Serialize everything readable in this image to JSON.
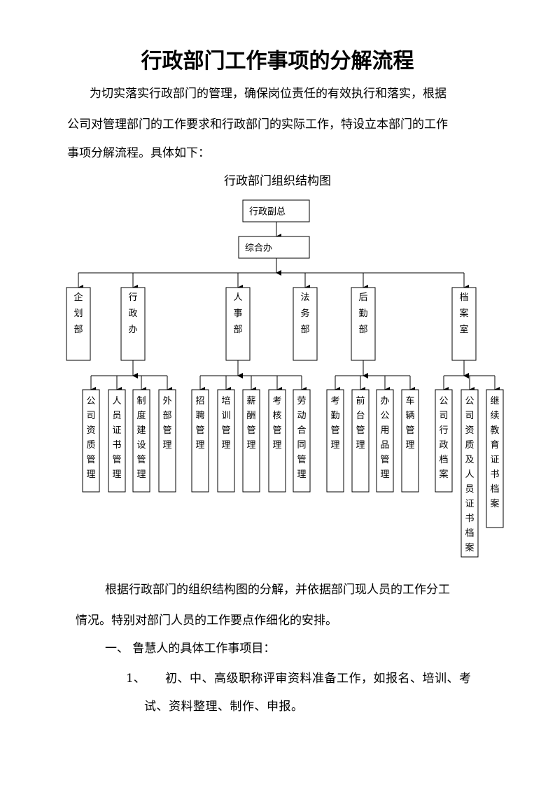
{
  "doc": {
    "title": "行政部门工作事项的分解流程",
    "intro_lines": [
      "为切实落实行政部门的管理，确保岗位责任的有效执行和落实，根据",
      "公司对管理部门的工作要求和行政部门的实际工作，特设立本部门的工作",
      "事项分解流程。具体如下："
    ],
    "chart_title": "行政部门组织结构图",
    "after_lines": [
      "根据行政部门的组织结构图的分解，并依据部门现人员的工作分工",
      "情况。特别对部门人员的工作要点作细化的安排。"
    ],
    "section_heading": "一、  鲁慧人的具体工作事项目：",
    "item1_number": "1、",
    "item1_lines": [
      "初、中、高级职称评审资料准备工作，如报名、培训、考",
      "试、资料整理、制作、申报。"
    ]
  },
  "org": {
    "top": "行政副总",
    "second": "综合办",
    "departments": [
      {
        "name": "企划部",
        "children": []
      },
      {
        "name": "行政办",
        "children": [
          "公司资质管理",
          "人员证书管理",
          "制度建设管理",
          "外部管理"
        ]
      },
      {
        "name": "人事部",
        "children": [
          "招聘管理",
          "培训管理",
          "薪酬管理",
          "考核管理",
          "劳动合同管理"
        ]
      },
      {
        "name": "法务部",
        "children": []
      },
      {
        "name": "后勤部",
        "children": [
          "考勤管理",
          "前台管理",
          "办公用品管理",
          "车辆管理"
        ]
      },
      {
        "name": "档案室",
        "children": [
          "公司行政档案",
          "公司资质及人员证书档案",
          "继续教育证书档案"
        ]
      }
    ]
  }
}
